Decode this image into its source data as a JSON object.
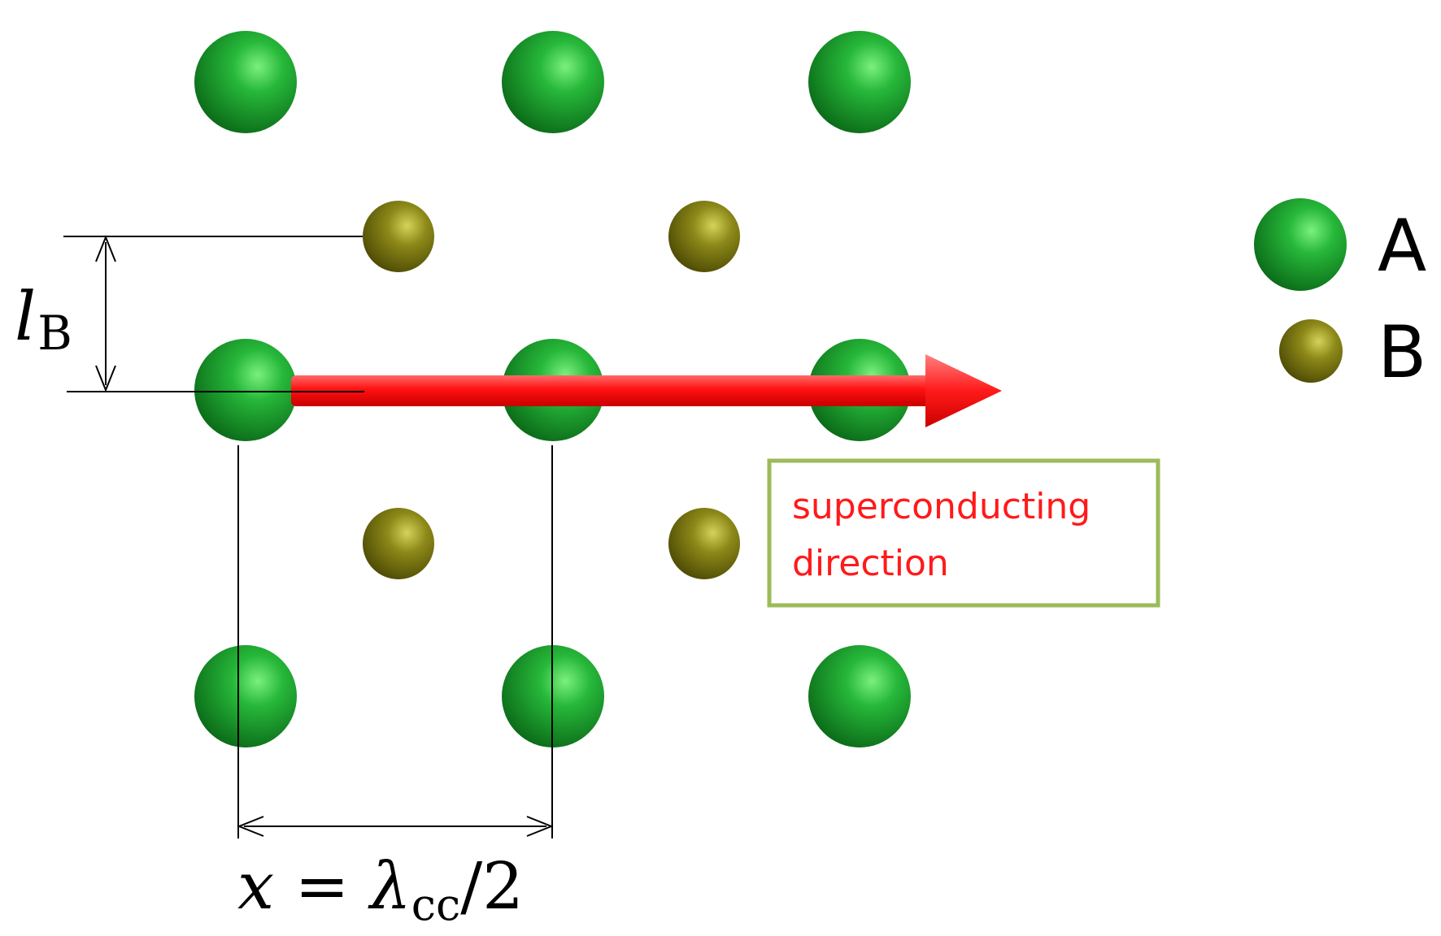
{
  "species": {
    "A": {
      "label": "A",
      "color": "#1f9e2e"
    },
    "B": {
      "label": "B",
      "color": "#7d7a12"
    }
  },
  "legend": {
    "items": [
      {
        "species": "A",
        "label": "A"
      },
      {
        "species": "B",
        "label": "B"
      }
    ]
  },
  "annotations": {
    "lB": {
      "symbol": "l",
      "subscript": "B"
    },
    "x_relation": {
      "var": "x",
      "equals": " = ",
      "lambda": "λ",
      "subscript": "cc",
      "suffix": "/2"
    }
  },
  "callout": {
    "line1": "superconducting",
    "line2": "direction",
    "text_color": "#ff1a1a",
    "border_color": "#9bbb59"
  },
  "arrow": {
    "color": "#ff1a1a",
    "meaning": "superconducting direction"
  }
}
